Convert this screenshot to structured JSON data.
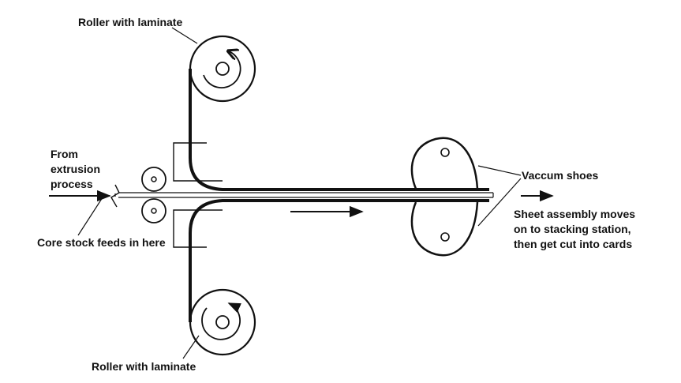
{
  "labels": {
    "roller_top": "Roller with laminate",
    "roller_bottom": "Roller with laminate",
    "from_lines": [
      "From",
      "extrusion",
      "process"
    ],
    "core_stock": "Core stock feeds in here",
    "vaccum_shoes": "Vaccum shoes",
    "sheet_lines": [
      "Sheet assembly moves",
      "on to stacking station,",
      "then get cut into cards"
    ]
  },
  "colors": {
    "line": "#111111",
    "text": "#111111",
    "background": "#ffffff"
  },
  "icons": {
    "top_roller_rotation": "counterclockwise-arrow-icon",
    "bottom_roller_rotation": "clockwise-arrow-icon",
    "feed_direction": "right-arrow-icon",
    "output_direction": "right-arrow-icon"
  }
}
